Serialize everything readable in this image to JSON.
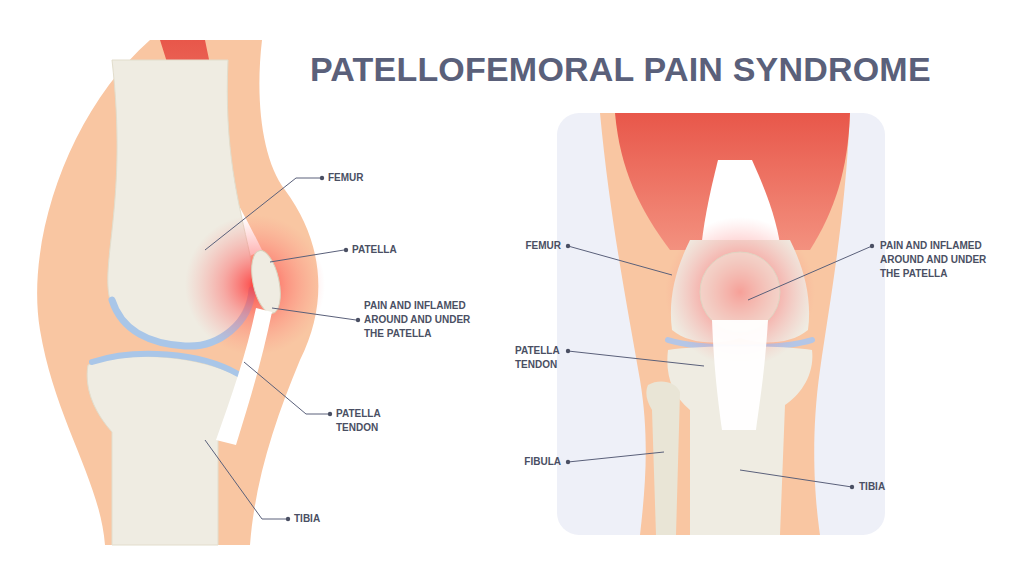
{
  "diagram": {
    "title": "PATELLOFEMORAL PAIN SYNDROME",
    "labels": [
      "FEMUR",
      "PATELLA",
      "PAIN AND INFLAMED AROUND AND UNDER THE PATELLA",
      "PATELLA TENDON",
      "TIBIA",
      "FEMUR",
      "PATELLA TENDON",
      "FIBULA",
      "PAIN AND INFLAMED AROUND AND UNDER THE PATELLA",
      "TIBIA"
    ]
  }
}
